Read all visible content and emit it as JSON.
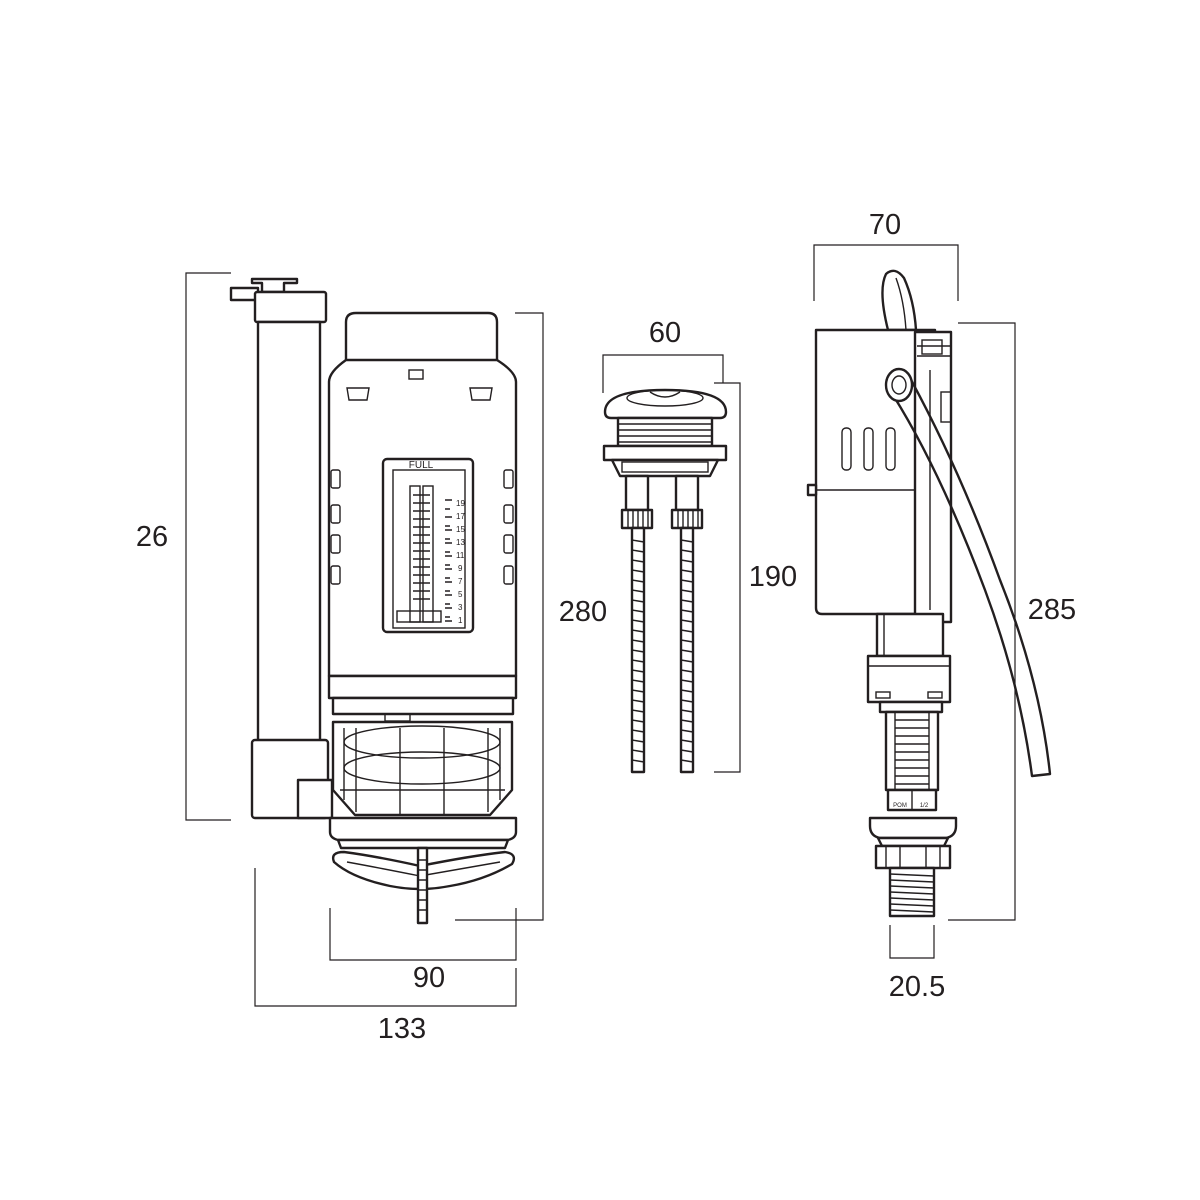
{
  "dimensions": {
    "flush_valve_overflow_height": "26",
    "flush_valve_height": "280",
    "flush_valve_base_width": "90",
    "flush_valve_total_width": "133",
    "push_button_width": "60",
    "push_button_rod_length": "190",
    "fill_valve_width": "70",
    "fill_valve_height": "285",
    "fill_valve_shank_width": "20.5"
  },
  "level_gauge": {
    "label": "FULL",
    "scale": [
      "19",
      "17",
      "15",
      "13",
      "11",
      "9",
      "7",
      "5",
      "3",
      "1"
    ]
  },
  "fill_valve_tag": {
    "left": "POM",
    "right": "1/2"
  },
  "colors": {
    "line": "#231f20",
    "background": "#ffffff"
  }
}
